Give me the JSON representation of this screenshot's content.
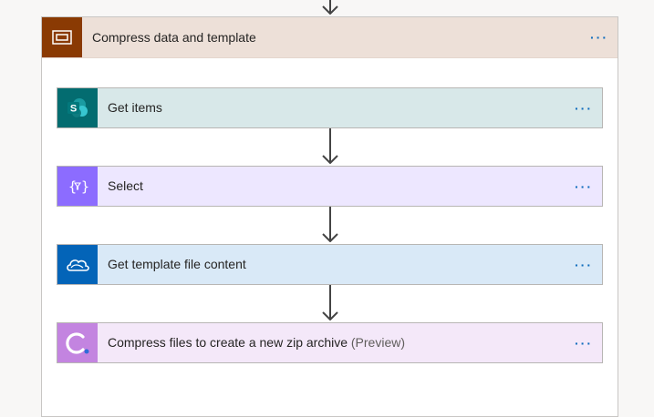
{
  "scope": {
    "title": "Compress data and template",
    "color": "#8a3a03",
    "header_bg": "#ede0d8",
    "icon": "scope-box-icon",
    "more": "···"
  },
  "actions": [
    {
      "label": "Get items",
      "icon": "sharepoint-icon",
      "color": "#036c70",
      "bg": "#d8e8e9",
      "more": "···"
    },
    {
      "label": "Select",
      "icon": "data-operation-icon",
      "color": "#8c6cff",
      "bg": "#ede7ff",
      "more": "···"
    },
    {
      "label": "Get template file content",
      "icon": "onedrive-icon",
      "color": "#0364b8",
      "bg": "#d9e9f7",
      "more": "···"
    },
    {
      "label": "Compress files to create a new zip archive",
      "tag": "(Preview)",
      "icon": "cloudmersive-icon",
      "color": "#c384e0",
      "bg": "#f4e8f9",
      "more": "···"
    }
  ]
}
